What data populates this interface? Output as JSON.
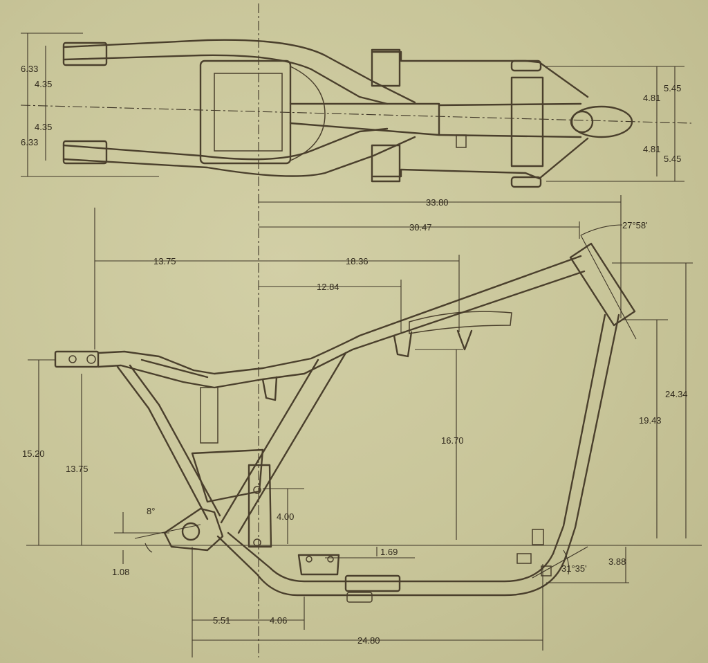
{
  "top_view": {
    "dims_left": [
      "6.33",
      "4.35",
      "4.35",
      "6.33"
    ],
    "dims_right": [
      "5.45",
      "4.81",
      "4.81",
      "5.45"
    ]
  },
  "side_view": {
    "overall_length_a": "33.80",
    "overall_length_b": "30.47",
    "rake_angle": "27°58'",
    "rear_to_center": "13.75",
    "center_to_tank_mount": "18.36",
    "center_to_seat_mount": "12.84",
    "rear_height": "15.20",
    "rear_axle_height": "13.75",
    "neck_height": "24.34",
    "lower_neck_height": "19.43",
    "tank_mount_height": "16.70",
    "engine_mount_height": "4.00",
    "swingarm_angle": "8°",
    "pivot_offset": "1.08",
    "trans_mount_offset": "1.69",
    "bottom_rail_angle": "31°35'",
    "front_rail_drop": "3.88",
    "pivot_to_center": "5.51",
    "center_to_mount": "4.06",
    "pivot_to_front": "24.80"
  },
  "colors": {
    "paper": "#c9c69a",
    "ink": "#4a3f2c"
  }
}
